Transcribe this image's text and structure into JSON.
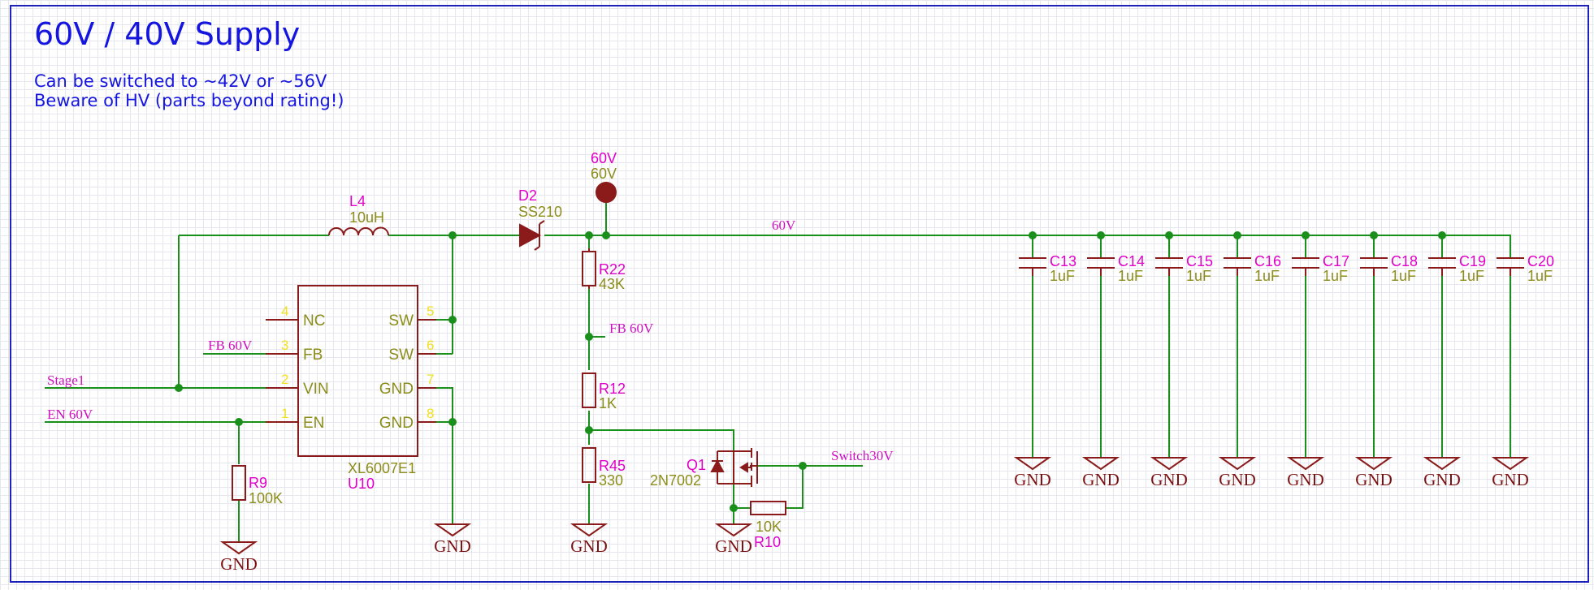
{
  "title": "60V / 40V Supply",
  "notes": [
    "Can be switched to ~42V or ~56V",
    "Beware of HV (parts beyond rating!)"
  ],
  "colors": {
    "wire": "#1b8f1b",
    "part": "#8b1a1a",
    "ref": "#e000c8",
    "value": "#8c8c1a",
    "frame": "#1d22b8"
  },
  "components": {
    "L4": {
      "ref": "L4",
      "value": "10uH"
    },
    "D2": {
      "ref": "D2",
      "value": "SS210"
    },
    "R22": {
      "ref": "R22",
      "value": "43K"
    },
    "R12": {
      "ref": "R12",
      "value": "1K"
    },
    "R45": {
      "ref": "R45",
      "value": "330"
    },
    "R9": {
      "ref": "R9",
      "value": "100K"
    },
    "R10": {
      "ref": "R10",
      "value": "10K"
    },
    "Q1": {
      "ref": "Q1",
      "value": "2N7002"
    },
    "U10": {
      "ref": "U10",
      "value": "XL6007E1"
    },
    "pwr60": {
      "ref": "60V",
      "value": "60V"
    },
    "caps": [
      {
        "ref": "C13",
        "value": "1uF"
      },
      {
        "ref": "C14",
        "value": "1uF"
      },
      {
        "ref": "C15",
        "value": "1uF"
      },
      {
        "ref": "C16",
        "value": "1uF"
      },
      {
        "ref": "C17",
        "value": "1uF"
      },
      {
        "ref": "C18",
        "value": "1uF"
      },
      {
        "ref": "C19",
        "value": "1uF"
      },
      {
        "ref": "C20",
        "value": "1uF"
      }
    ]
  },
  "ic_pins": {
    "left": [
      {
        "num": "4",
        "name": "NC"
      },
      {
        "num": "3",
        "name": "FB"
      },
      {
        "num": "2",
        "name": "VIN"
      },
      {
        "num": "1",
        "name": "EN"
      }
    ],
    "right": [
      {
        "num": "5",
        "name": "SW"
      },
      {
        "num": "6",
        "name": "SW"
      },
      {
        "num": "7",
        "name": "GND"
      },
      {
        "num": "8",
        "name": "GND"
      }
    ]
  },
  "nets": {
    "stage1": "Stage1",
    "en60": "EN 60V",
    "fb60_left": "FB 60V",
    "fb60_right": "FB 60V",
    "v60": "60V",
    "switch30": "Switch30V"
  },
  "gnd_label": "GND"
}
